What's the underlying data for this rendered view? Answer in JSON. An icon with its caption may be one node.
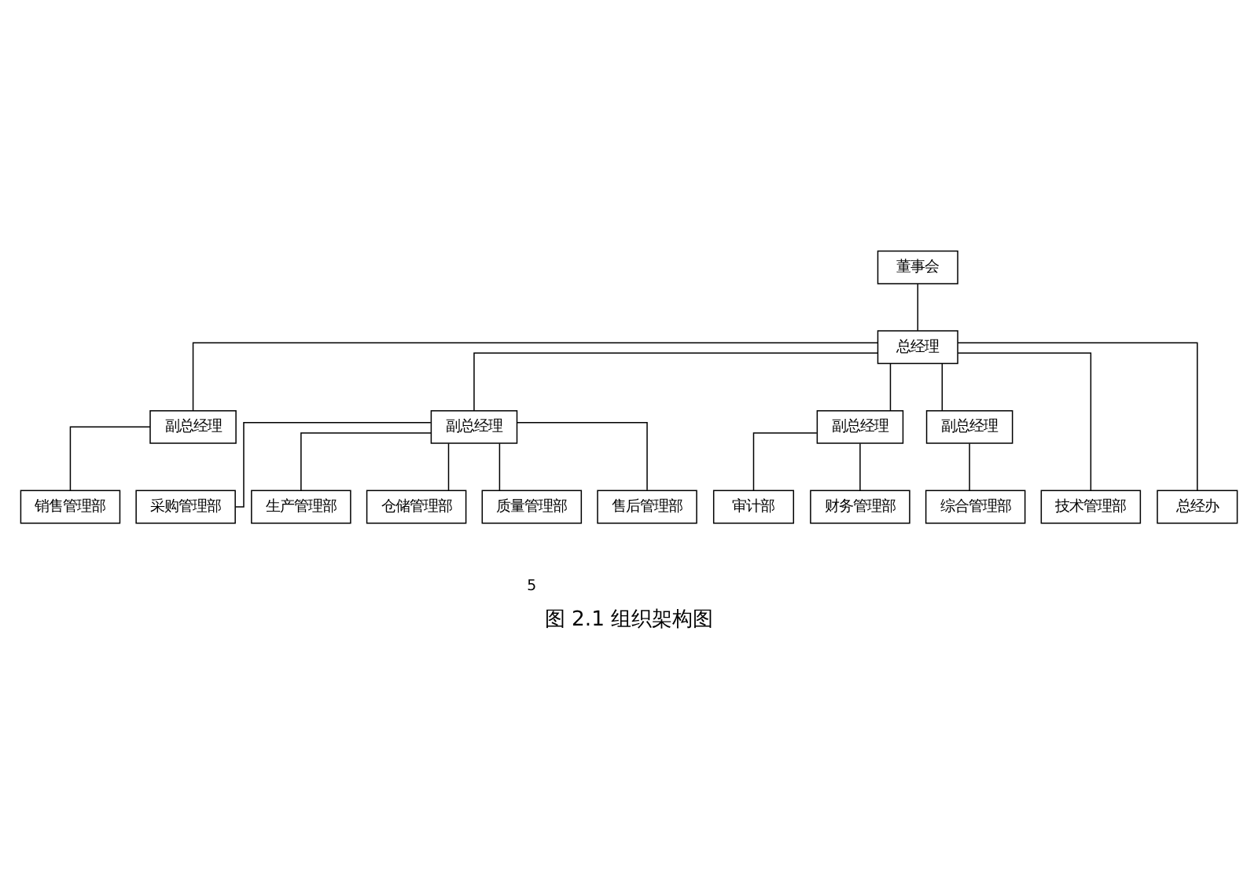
{
  "diagram": {
    "caption": "图 2.1 组织架构图",
    "nodes": [
      {
        "text": [
          "董事会"
        ]
      },
      {
        "text": [
          "总经理"
        ]
      },
      {
        "text": [
          "副总经理"
        ]
      },
      {
        "text": [
          "副总经理"
        ]
      },
      {
        "text": [
          "副总经理"
        ]
      },
      {
        "text": [
          "副总经理"
        ]
      },
      {
        "text": [
          "销售管理部"
        ]
      },
      {
        "text": [
          "技术管理部"
        ]
      },
      {
        "text": [
          "采购管理部"
        ]
      },
      {
        "text": [
          "生产管理部"
        ]
      },
      {
        "text": [
          "仓储管理部"
        ]
      },
      {
        "text": [
          "质量管理部"
        ]
      },
      {
        "text": [
          "售后管理部"
        ]
      },
      {
        "text": [
          "审计部"
        ]
      },
      {
        "text": [
          "财务管理部"
        ]
      },
      {
        "text": [
          "综合管理部"
        ]
      },
      {
        "text": [
          "总经办"
        ]
      }
    ],
    "edges": [
      {
        "from": 0,
        "to": 1,
        "arrow": "none"
      },
      {
        "from": 1,
        "to": 2,
        "arrow": "none"
      },
      {
        "from": 1,
        "to": 7,
        "arrow": "none"
      },
      {
        "from": 1,
        "to": 3,
        "arrow": "none"
      },
      {
        "from": 1,
        "to": 4,
        "arrow": "none"
      },
      {
        "from": 1,
        "to": 5,
        "arrow": "none"
      },
      {
        "from": 1,
        "to": 16,
        "arrow": "none"
      },
      {
        "from": 2,
        "to": 6,
        "arrow": "none"
      },
      {
        "from": 3,
        "to": 8,
        "arrow": "none"
      },
      {
        "from": 3,
        "to": 9,
        "arrow": "none"
      },
      {
        "from": 3,
        "to": 10,
        "arrow": "none"
      },
      {
        "from": 3,
        "to": 11,
        "arrow": "none"
      },
      {
        "from": 3,
        "to": 12,
        "arrow": "none"
      },
      {
        "from": 4,
        "to": 13,
        "arrow": "none"
      },
      {
        "from": 4,
        "to": 14,
        "arrow": "none"
      },
      {
        "from": 5,
        "to": 15,
        "arrow": "none"
      }
    ],
    "labels": [
      "5"
    ]
  }
}
